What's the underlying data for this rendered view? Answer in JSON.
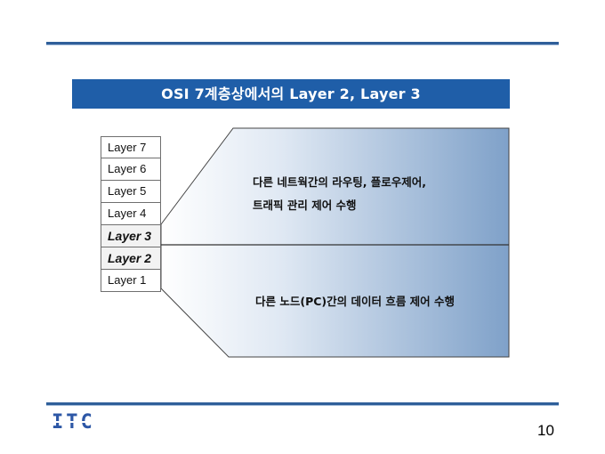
{
  "slide": {
    "title": "OSI 7계층상에서의 Layer 2, Layer 3",
    "layers": [
      "Layer 7",
      "Layer 6",
      "Layer 5",
      "Layer 4",
      "Layer 3",
      "Layer 2",
      "Layer 1"
    ],
    "emphasized_layers": [
      "Layer 3",
      "Layer 2"
    ],
    "upper_description_line1": "다른 네트웍간의 라우팅, 플로우제어,",
    "upper_description_line2": "트래픽 관리 제어 수행",
    "lower_description": "다른 노드(PC)간의 데이터 흐름 제어 수행",
    "logo_text": "ITC",
    "page_number": "10",
    "colors": {
      "title_bar": "#1f5ea8",
      "rule": "#2f5f9a",
      "gradient_start": "#ffffff",
      "gradient_end": "#7fa1c9",
      "logo": "#2d57a6"
    }
  }
}
